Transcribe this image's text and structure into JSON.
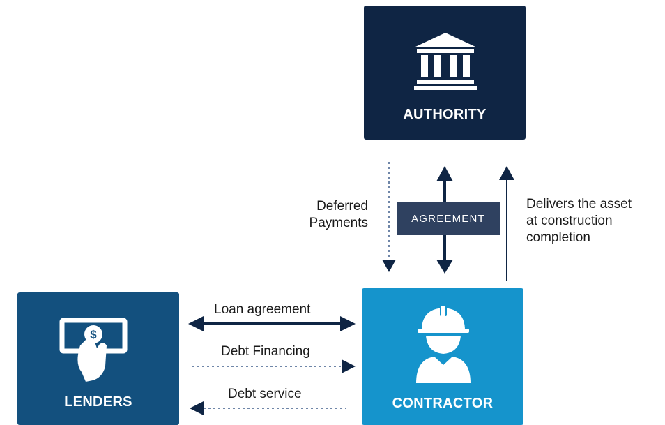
{
  "nodes": {
    "authority": {
      "label": "AUTHORITY",
      "icon": "building-icon"
    },
    "lenders": {
      "label": "LENDERS",
      "icon": "hand-money-icon"
    },
    "contractor": {
      "label": "CONTRACTOR",
      "icon": "worker-icon"
    }
  },
  "edges": {
    "agreement": "AGREEMENT",
    "deferred_payments": [
      "Deferred",
      "Payments"
    ],
    "delivers": [
      "Delivers the asset",
      "at construction",
      "completion"
    ],
    "loan_agreement": "Loan agreement",
    "debt_financing": "Debt Financing",
    "debt_service": "Debt service"
  },
  "colors": {
    "authority": "#0f2544",
    "lenders": "#13507e",
    "contractor": "#1594cc",
    "agreement_box": "#2f4160",
    "arrow": "#0f2544"
  }
}
